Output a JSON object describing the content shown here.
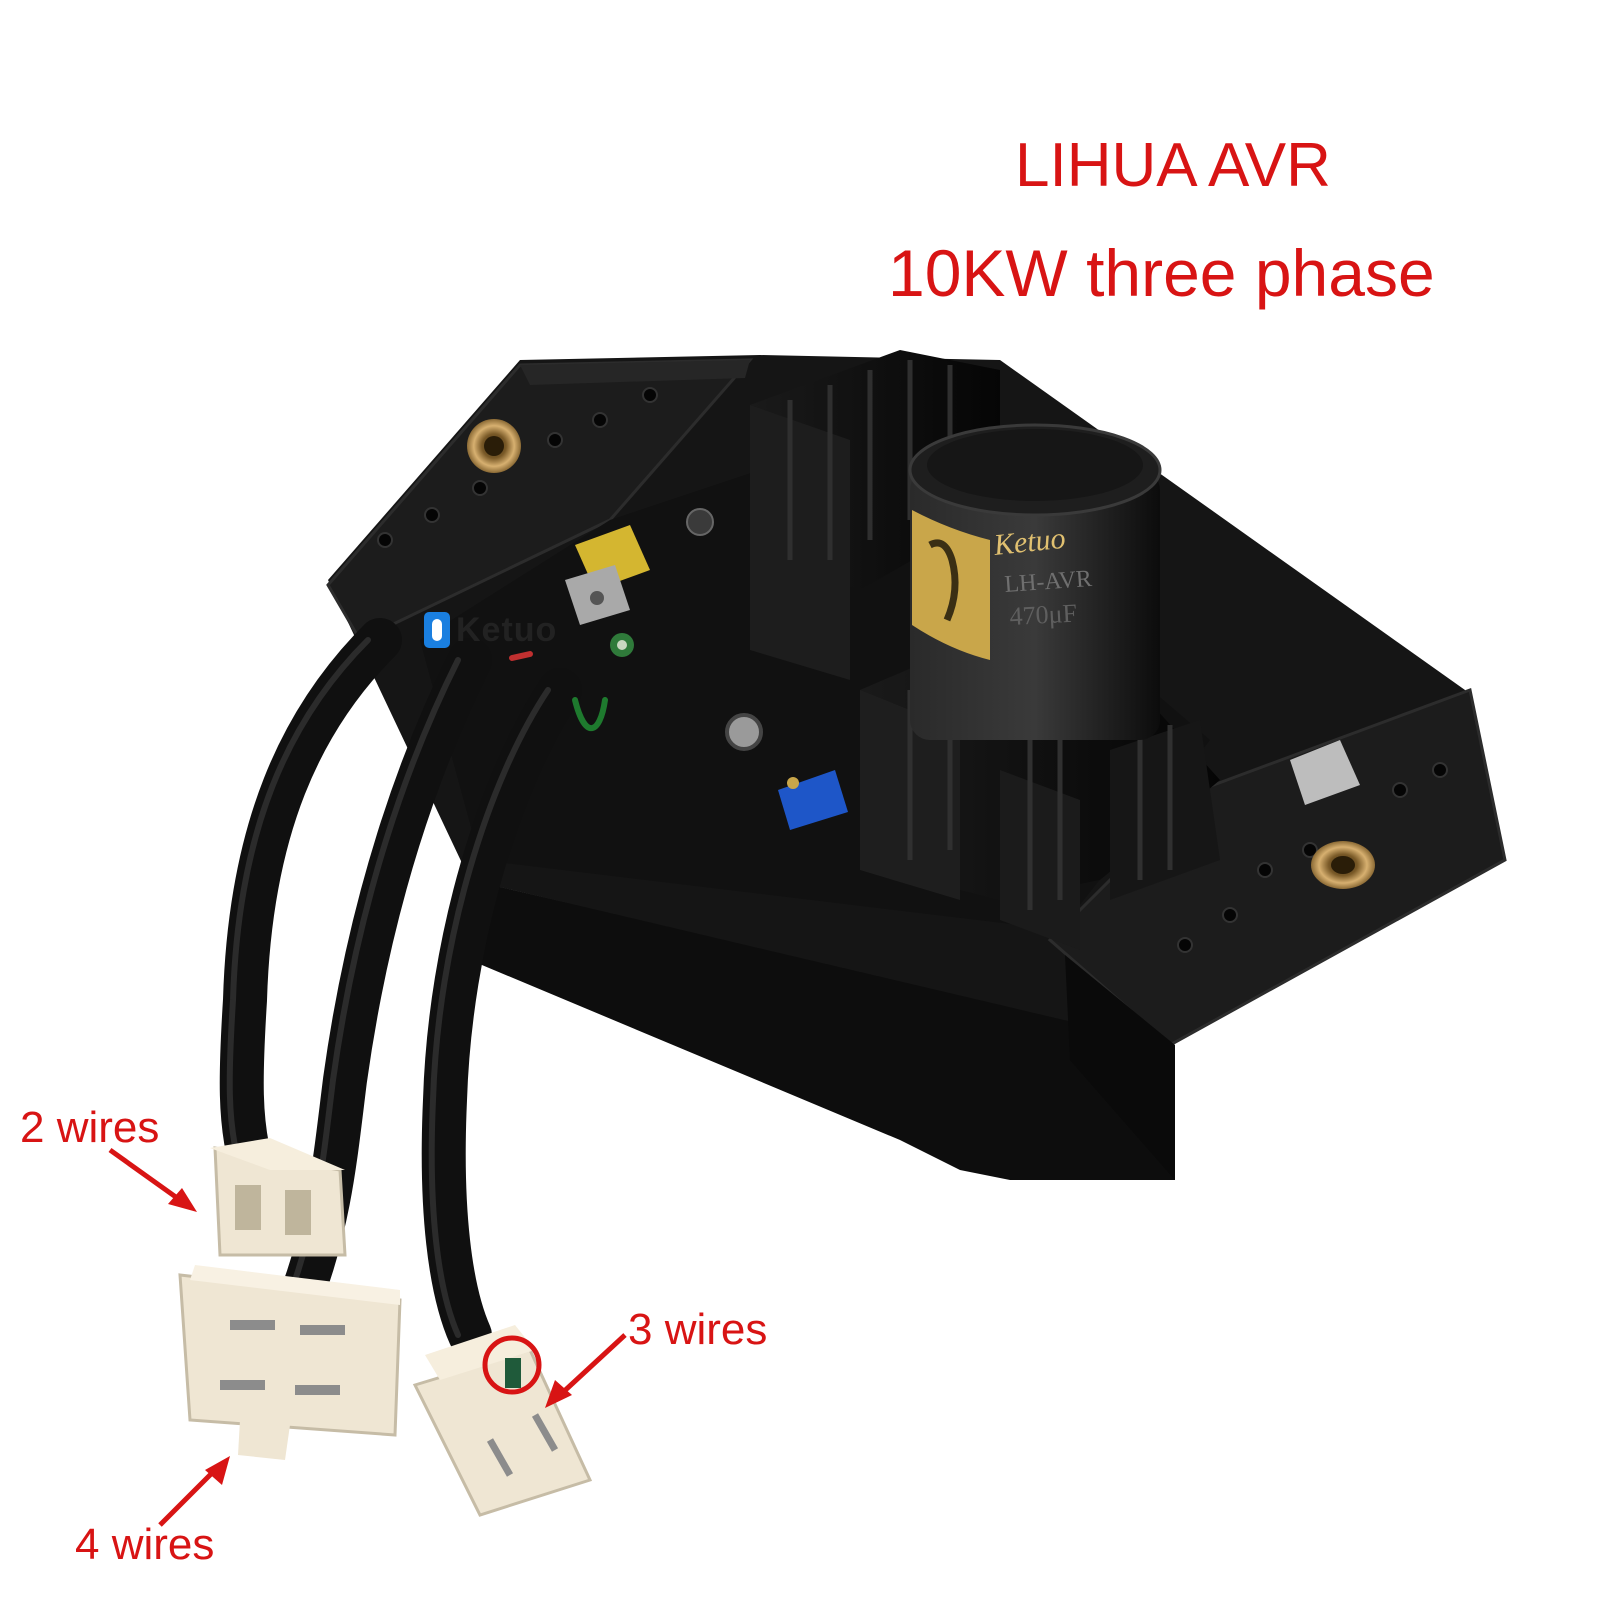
{
  "captions": {
    "title_line1": "LIHUA AVR",
    "title_line2": "10KW three phase",
    "connector_2": "2 wires",
    "connector_3": "3 wires",
    "connector_4": "4 wires"
  },
  "product_print": {
    "capacitor_brand": "Ketuo",
    "capacitor_model": "LH-AVR",
    "capacitor_value": "470μF",
    "watermark": "Ketuo"
  },
  "colors": {
    "caption": "#d81414",
    "housing": "#121212",
    "connector": "#efe6d3",
    "trimmer": "#1e56c8",
    "capacitor_band": "#c9a64a"
  }
}
